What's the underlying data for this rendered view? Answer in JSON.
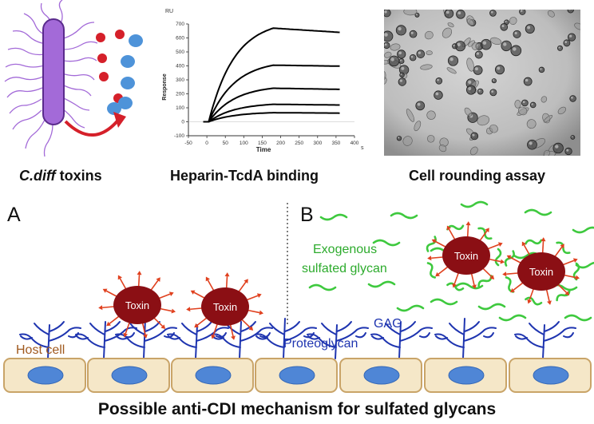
{
  "captions": {
    "toxins_em": "C.diff",
    "toxins_rest": " toxins",
    "binding": "Heparin-TcdA  binding",
    "rounding": "Cell rounding  assay"
  },
  "panels": {
    "a_label": "A",
    "b_label": "B"
  },
  "labels": {
    "host_cell": "Host cell",
    "proteoglycan": "Proteoglycan",
    "gag": "GAG",
    "exogenous_line1": "Exogenous",
    "exogenous_line2": "sulfated glycan",
    "toxin": "Toxin"
  },
  "footer": "Possible anti-CDI mechanism for sulfated glycans",
  "colors": {
    "toxin": "#8b0f14",
    "arrow": "#e0401e",
    "proteoglycan": "#1f35b0",
    "glycan": "#3ec93e",
    "cell_fill": "#f5e7c8",
    "cell_border": "#c9a468",
    "nucleus": "#4f86d6",
    "bacterium": "#a36ad8",
    "dot_red": "#d5202a",
    "dot_blue": "#4e93d9"
  },
  "chart_data": {
    "type": "line",
    "ylabel_unit": "RU",
    "xlabel_unit": "s",
    "xlabel": "Time",
    "ylabel": "Response",
    "xlim": [
      -50,
      400
    ],
    "ylim": [
      -100,
      700
    ],
    "x_ticks": [
      -50,
      0,
      50,
      100,
      150,
      200,
      250,
      300,
      350,
      400
    ],
    "y_ticks": [
      -100,
      0,
      100,
      200,
      300,
      400,
      500,
      600,
      700
    ],
    "assoc_end": 180,
    "x_end": 360,
    "series": [
      {
        "plateau": 670,
        "end": 640
      },
      {
        "plateau": 405,
        "end": 398
      },
      {
        "plateau": 240,
        "end": 232
      },
      {
        "plateau": 125,
        "end": 120
      },
      {
        "plateau": 65,
        "end": 62
      }
    ]
  }
}
